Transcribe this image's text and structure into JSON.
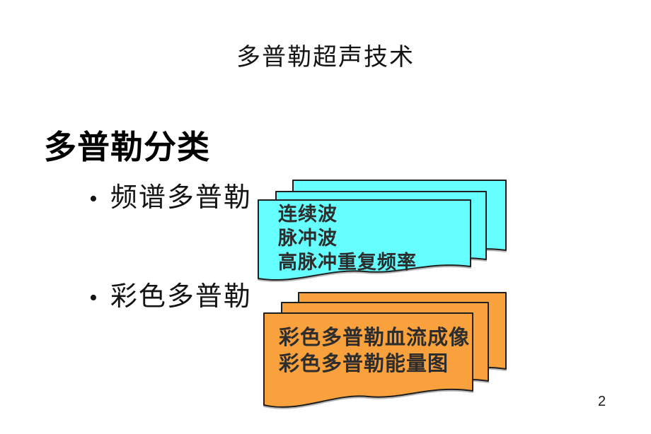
{
  "slide": {
    "title": "多普勒超声技术",
    "heading": "多普勒分类",
    "bullet_glyph": "•",
    "bullets": [
      {
        "label": "频谱多普勒"
      },
      {
        "label": "彩色多普勒"
      }
    ],
    "spectral_card": {
      "fill": "#66FFFF",
      "lines": [
        "连续波",
        "脉冲波",
        "高脉冲重复频率"
      ]
    },
    "color_card": {
      "fill": "#F9A13D",
      "lines": [
        "彩色多普勒血流成像",
        "彩色多普勒能量图"
      ]
    },
    "colors": {
      "card_border": "#1F1F1F",
      "card_text": "#2D2D2D",
      "background": "#FFFFFF"
    },
    "page_number": "2"
  }
}
